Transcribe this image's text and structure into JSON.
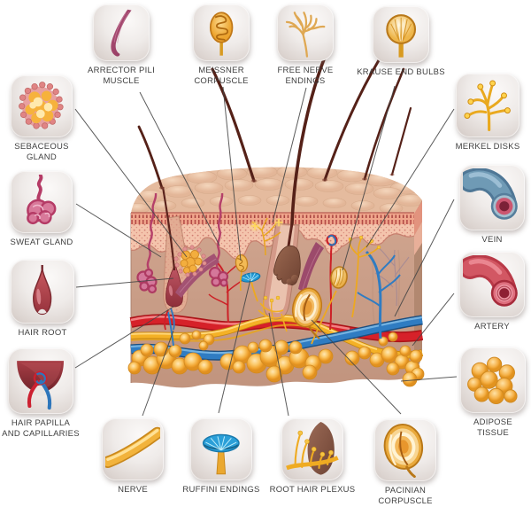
{
  "page": {
    "description": "Human skin anatomy cross-section diagram with sixteen labeled structures",
    "background": "#ffffff"
  },
  "legend": {
    "arrector_pili": {
      "label": "ARRECTOR PILI MUSCLE",
      "line1": "ARRECTOR PILI",
      "line2": "MUSCLE"
    },
    "meissner": {
      "label": "MEISSNER CORPUSCLE",
      "line1": "MEISSNER",
      "line2": "CORPUSCLE"
    },
    "free_nerve": {
      "label": "FREE NERVE ENDINGS",
      "line1": "FREE NERVE",
      "line2": "ENDINGS"
    },
    "krause": {
      "label": "KRAUSE END BULBS",
      "line1": "KRAUSE END BULBS"
    },
    "sebaceous": {
      "label": "SEBACEOUS GLAND",
      "line1": "SEBACEOUS",
      "line2": "GLAND"
    },
    "merkel": {
      "label": "MERKEL DISKS",
      "line1": "MERKEL DISKS"
    },
    "sweat": {
      "label": "SWEAT GLAND",
      "line1": "SWEAT GLAND"
    },
    "vein": {
      "label": "VEIN",
      "line1": "VEIN"
    },
    "hair_root": {
      "label": "HAIR ROOT",
      "line1": "HAIR ROOT"
    },
    "artery": {
      "label": "ARTERY",
      "line1": "ARTERY"
    },
    "hair_papilla": {
      "label": "HAIR PAPILLA AND CAPILLARIES",
      "line1": "HAIR PAPILLA",
      "line2": "AND CAPILLARIES"
    },
    "adipose": {
      "label": "ADIPOSE TISSUE",
      "line1": "ADIPOSE",
      "line2": "TISSUE"
    },
    "nerve": {
      "label": "NERVE",
      "line1": "NERVE"
    },
    "ruffini": {
      "label": "RUFFINI ENDINGS",
      "line1": "RUFFINI ENDINGS"
    },
    "root_hair_plexus": {
      "label": "ROOT HAIR PLEXUS",
      "line1": "ROOT HAIR PLEXUS"
    },
    "pacinian": {
      "label": "PACINIAN CORPUSCLE",
      "line1": "PACINIAN",
      "line2": "CORPUSCLE"
    }
  },
  "colors": {
    "label_text": "#3e3e3e",
    "callout_line": "#454545",
    "skin_surface": "#e5bb9e",
    "epidermis": "#f4c4ac",
    "stratum_band": "#f0a68c",
    "dermis": "#c9a08c",
    "artery_red": "#d01f26",
    "vein_blue": "#2f7cc2",
    "nerve_yellow": "#f4b126",
    "fat_orange": "#f0a534",
    "muscle_mauve": "#a35272",
    "gland_pink": "#b5406a",
    "hair_brown": "#552118"
  }
}
